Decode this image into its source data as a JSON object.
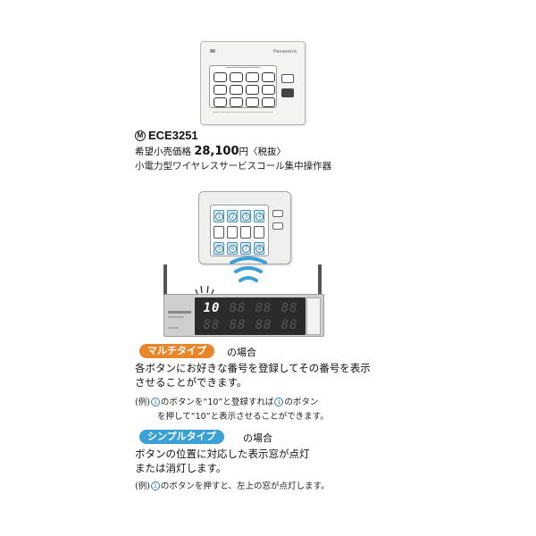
{
  "product": {
    "brand": "Panasonic",
    "model": "ECE3251",
    "model_prefix_icon": "M",
    "price_label": "希望小売価格",
    "price_value": "28,100",
    "price_unit": "円",
    "price_note": "〈税抜〉",
    "description": "小電力型ワイヤレスサービスコール集中操作器"
  },
  "diagram": {
    "panel_button_numbers": [
      "1",
      "2",
      "3",
      "4",
      "",
      "",
      "",
      "",
      "5",
      "6",
      "7",
      "8"
    ],
    "display_digits": [
      "10",
      "88",
      "88",
      "88",
      "88",
      "88",
      "88",
      "88"
    ],
    "lit_index": 0
  },
  "multi": {
    "tag": "マルチタイプ",
    "after": "の場合",
    "line1": "各ボタンにお好きな番号を登録してその番号を表示",
    "line2": "させることができます。",
    "ex_prefix": "(例)",
    "ex_circle": "1",
    "ex_part1": "のボタンを“10”と登録すれば",
    "ex_part2": "のボタン",
    "ex_line2": "を押して“10”と表示させることができます。"
  },
  "single": {
    "tag": "シンプルタイプ",
    "after": "の場合",
    "line1": "ボタンの位置に対応した表示窓が点灯",
    "line2": "または消灯します。",
    "ex_prefix": "(例)",
    "ex_circle": "1",
    "ex_part1": "のボタンを押すと、左上の窓が点灯します。"
  },
  "colors": {
    "multi_tag": "#e8862a",
    "single_tag": "#3aa0d6",
    "wave": "#3aa0d6"
  }
}
